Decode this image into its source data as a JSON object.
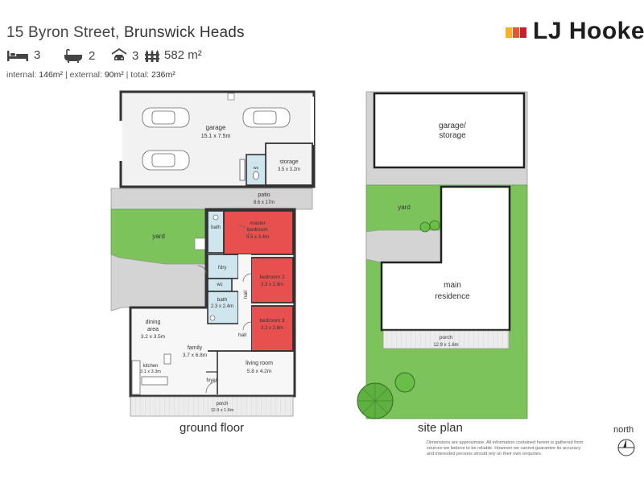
{
  "header": {
    "address_street": "15 Byron Street, ",
    "address_suburb": "Brunswick Heads",
    "beds": "3",
    "baths": "2",
    "cars": "3",
    "land": "582 m²",
    "areas": {
      "internal_label": "internal: ",
      "internal_value": "146m²",
      "external_label": " | external: ",
      "external_value": "90m²",
      "total_label": " | total: ",
      "total_value": "236m²"
    },
    "icons": {
      "beds": "bed-icon",
      "baths": "bath-icon",
      "cars": "car-icon",
      "land": "fence-icon"
    }
  },
  "logo": {
    "text": "LJ Hooker",
    "colors": [
      "#f6b129",
      "#e8542c",
      "#c8202f"
    ]
  },
  "ground_floor": {
    "caption": "ground floor",
    "rooms": {
      "garage": {
        "name": "garage",
        "size": "15.1 x 7.5m"
      },
      "storage": {
        "name": "storage",
        "size": "3.5 x 3.2m"
      },
      "wc_garage": {
        "name": "wc"
      },
      "patio": {
        "name": "patio",
        "size": "8.6 x 17m"
      },
      "yard": {
        "name": "yard"
      },
      "bath1": {
        "name": "bath"
      },
      "master": {
        "name": "master",
        "name2": "bedroom",
        "size": "5.5 x 3.4m"
      },
      "ldry": {
        "name": "l'dry"
      },
      "wc": {
        "name": "wc"
      },
      "bedroom2": {
        "name": "bedroom 2",
        "size": "3.3 x 2.9m"
      },
      "bath2": {
        "name": "bath",
        "size": "2.3 x 2.4m"
      },
      "bedroom3": {
        "name": "bedroom 3",
        "size": "3.3 x 2.8m"
      },
      "hall_v": {
        "name": "hall"
      },
      "hall": {
        "name": "hall"
      },
      "dining": {
        "name": "dining",
        "name2": "area",
        "size": "3.2 x 3.5m"
      },
      "family": {
        "name": "family",
        "size": "3.7 x 6.8m"
      },
      "kitchen": {
        "name": "kitchen",
        "size": "3.1 x 3.3m"
      },
      "living": {
        "name": "living room",
        "size": "5.8 x 4.2m"
      },
      "foyer": {
        "name": "foyer"
      },
      "porch": {
        "name": "porch",
        "size": "12.9 x 1.6m"
      }
    }
  },
  "site_plan": {
    "caption": "site plan",
    "garage": {
      "name": "garage/",
      "name2": "storage"
    },
    "yard": {
      "name": "yard"
    },
    "main": {
      "name": "main",
      "name2": "residence"
    },
    "porch": {
      "name": "porch",
      "size": "12.9 x 1.6m"
    }
  },
  "north_label": "north",
  "disclaimer": "Dimensions are approximate. All information contained herein is gathered from sources we believe to be reliable. However we cannot guarantee its accuracy and interested persons should rely on their own enquiries.",
  "colors": {
    "bedroom_fill": "#e8504f",
    "yard_green": "#7dc35c",
    "wet_area_blue": "#cfe6ee",
    "paving_grey": "#d4d4d4"
  }
}
